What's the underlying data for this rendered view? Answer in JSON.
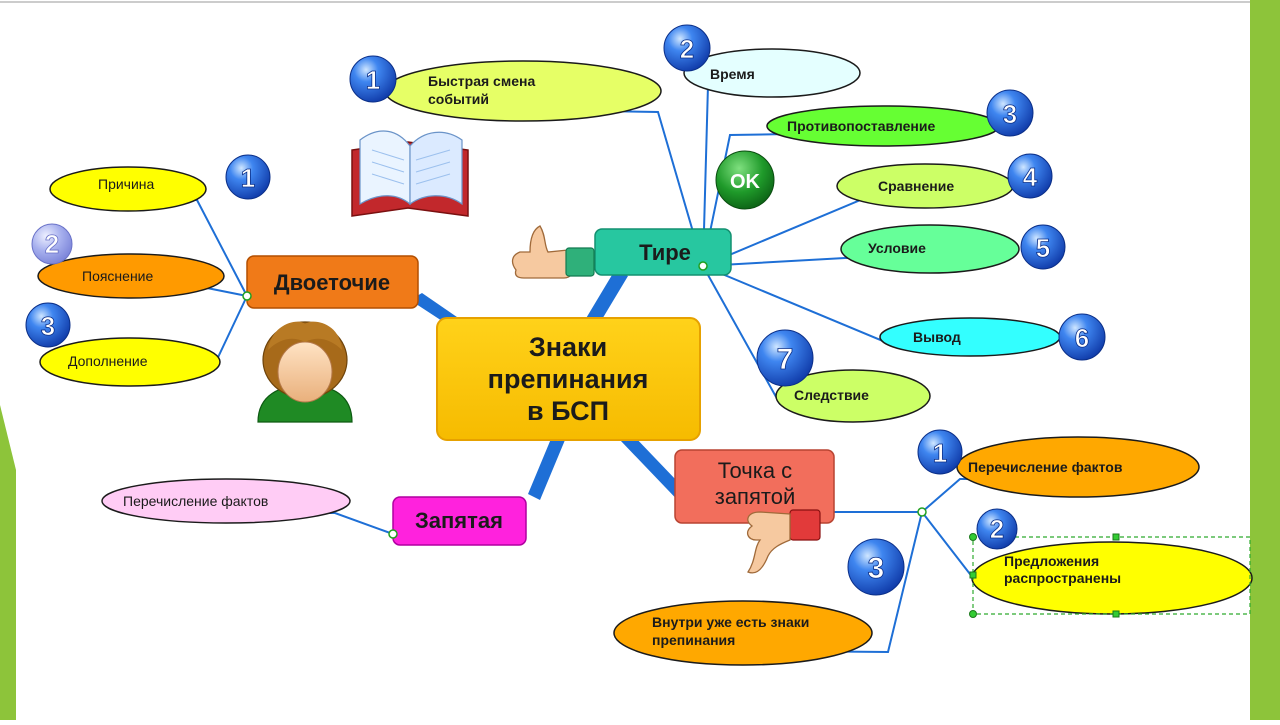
{
  "central_topic": [
    "Знаки",
    "препинания",
    "в БСП"
  ],
  "branches": {
    "dvoetochie": {
      "label": "Двоеточие",
      "items": [
        {
          "text": "Причина",
          "badge": "1"
        },
        {
          "text": "Пояснение",
          "badge": "2"
        },
        {
          "text": "Дополнение",
          "badge": "3"
        }
      ]
    },
    "tire": {
      "label": "Тире",
      "items": [
        {
          "lines": [
            "Быстрая смена",
            "событий"
          ],
          "badge": "1"
        },
        {
          "text": "Время",
          "badge": "2"
        },
        {
          "text": "Противопоставление",
          "badge": "3"
        },
        {
          "text": "Сравнение",
          "badge": "4"
        },
        {
          "text": "Условие",
          "badge": "5"
        },
        {
          "text": "Вывод",
          "badge": "6"
        },
        {
          "text": "Следствие",
          "badge": "7"
        }
      ]
    },
    "zapyataya": {
      "label": "Запятая",
      "items": [
        {
          "text": "Перечисление фактов"
        }
      ]
    },
    "tochka_s_zapyatoy": {
      "label_lines": [
        "Точка с",
        "запятой"
      ],
      "items": [
        {
          "text": "Перечисление фактов",
          "badge": "1"
        },
        {
          "lines": [
            "Предложения",
            "распространены"
          ],
          "badge": "2"
        },
        {
          "lines": [
            "Внутри уже есть знаки",
            "препинания"
          ],
          "badge": "3"
        }
      ]
    }
  },
  "ok_label": "OK",
  "icons": [
    "open-book-icon",
    "thumbs-up-icon",
    "thumbs-down-icon",
    "person-icon",
    "ok-icon"
  ],
  "colors": {
    "connector": "#1e6fd6",
    "central_fill": "#ffcc00",
    "dvoetochie_fill": "#f07a18",
    "tire_fill": "#27c7a0",
    "zapyataya_fill": "#ff22dd",
    "tochka_fill": "#f26e5c",
    "accent_green": "#8dc43a",
    "badge_blue": "#2a63d8"
  }
}
